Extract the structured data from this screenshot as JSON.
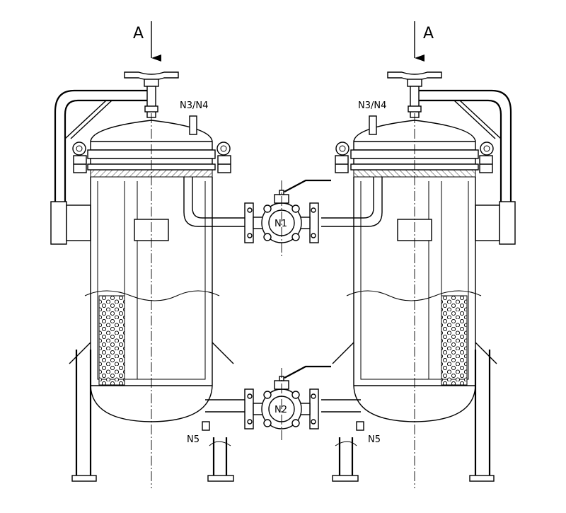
{
  "drawing": {
    "labels": {
      "view_arrow_left": "A",
      "view_arrow_right": "A",
      "nozzle_n3n4_left": "N3/N4",
      "nozzle_n3n4_right": "N3/N4",
      "valve_n1": "N1",
      "valve_n2": "N2",
      "nozzle_n5_left": "N5",
      "nozzle_n5_right": "N5"
    }
  }
}
